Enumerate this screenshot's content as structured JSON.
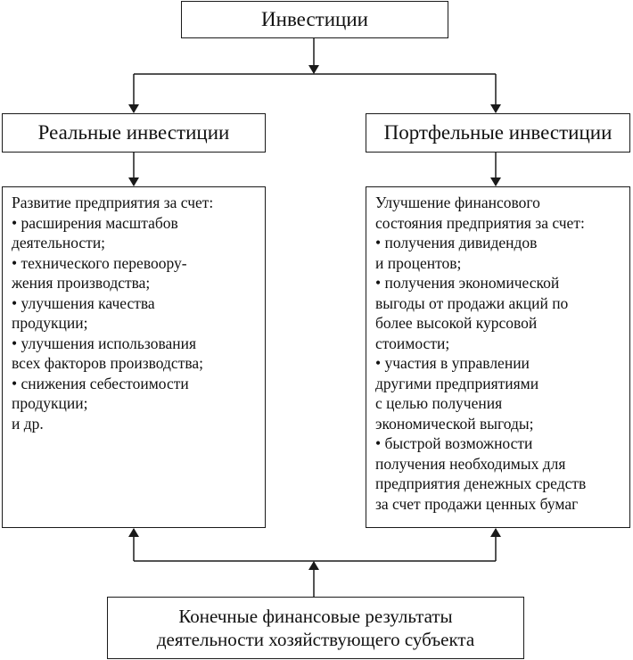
{
  "top": {
    "label": "Инвестиции"
  },
  "real": {
    "label": "Реальные инвестиции"
  },
  "portfolio": {
    "label": "Портфельные инвестиции"
  },
  "left_list": {
    "lines": [
      "Развитие предприятия за счет:",
      "• расширения масштабов",
      "деятельности;",
      "• технического перевоору-",
      "жения производства;",
      "• улучшения качества",
      "продукции;",
      "• улучшения использования",
      "всех факторов производства;",
      "• снижения себестоимости",
      "продукции;",
      "и др."
    ]
  },
  "right_list": {
    "lines": [
      "Улучшение финансового",
      "состояния предприятия за счет:",
      "• получения дивидендов",
      "и процентов;",
      "• получения экономической",
      "выгоды от продажи акций по",
      "более высокой курсовой",
      "стоимости;",
      "• участия в управлении",
      "другими предприятиями",
      "с целью получения",
      "экономической выгоды;",
      "• быстрой возможности",
      "получения необходимых для",
      "предприятия денежных средств",
      "за счет продажи ценных бумаг"
    ]
  },
  "bottom": {
    "line1": "Конечные финансовые результаты",
    "line2": "деятельности хозяйствующего субъекта"
  }
}
